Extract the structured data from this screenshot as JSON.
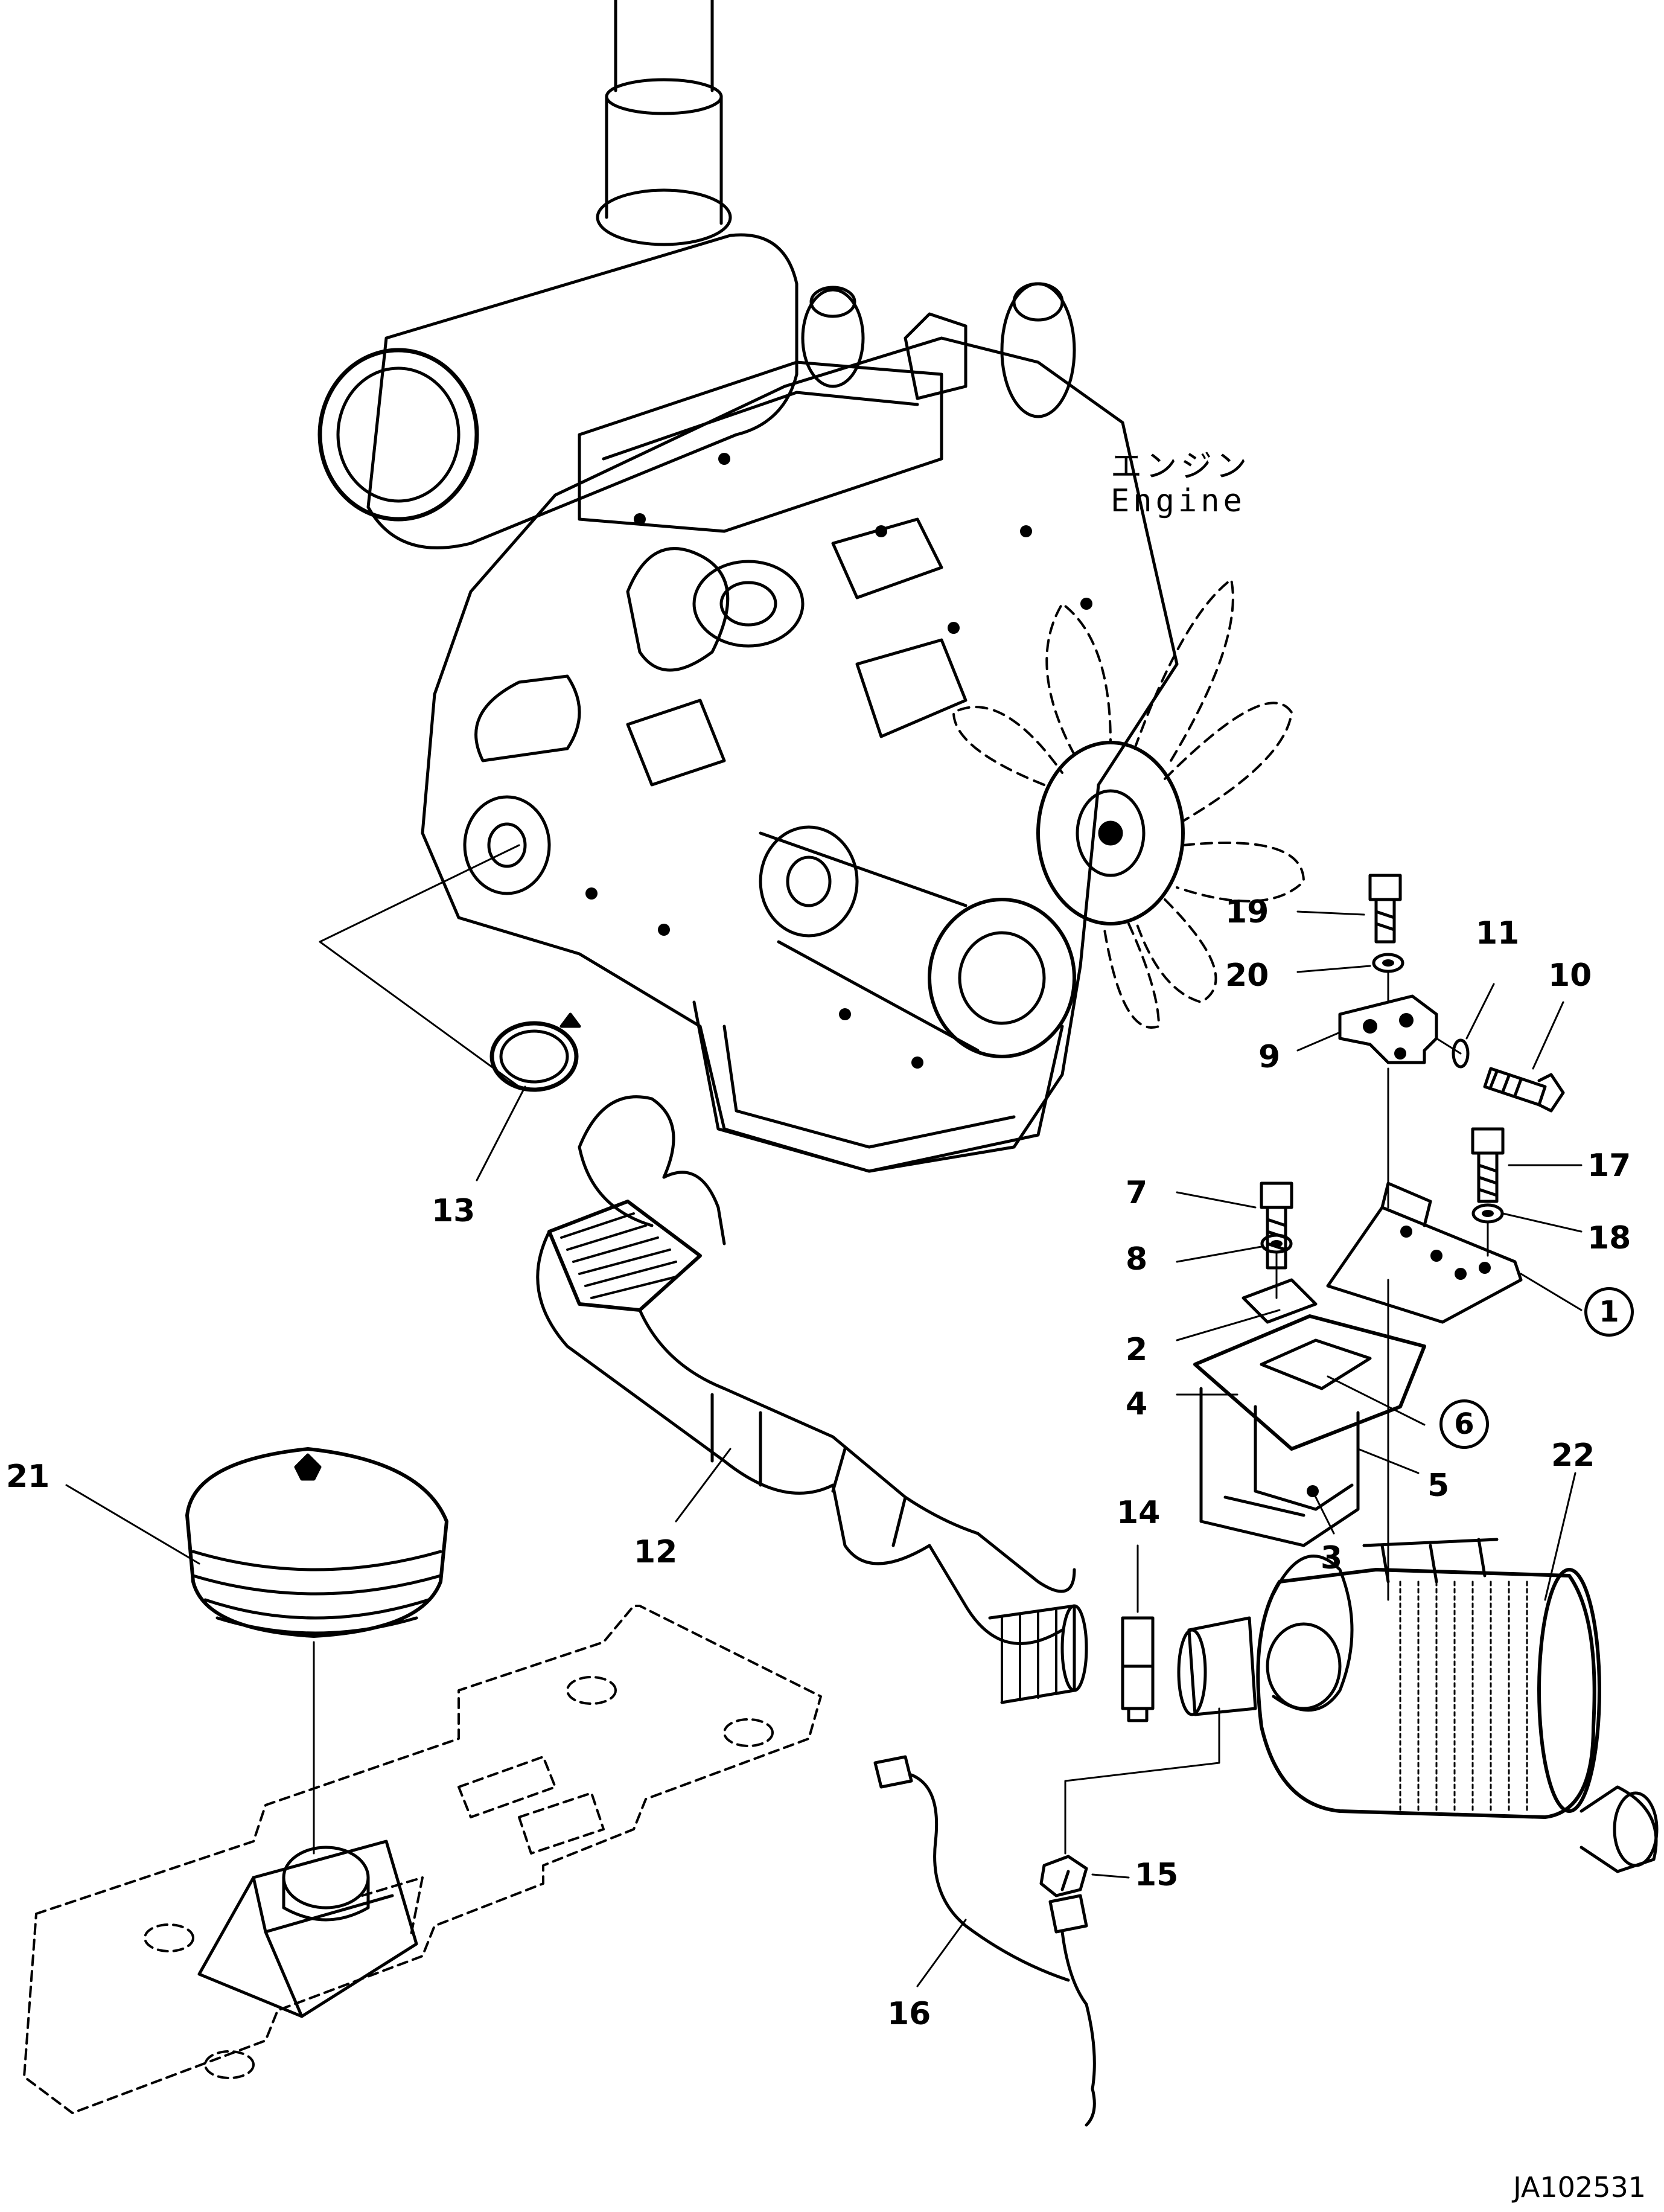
{
  "engine_label": {
    "jp": "エンジン",
    "en": "Engine"
  },
  "part_labels": [
    "1",
    "2",
    "3",
    "4",
    "5",
    "6",
    "7",
    "8",
    "9",
    "10",
    "11",
    "12",
    "13",
    "14",
    "15",
    "16",
    "17",
    "18",
    "19",
    "20",
    "21",
    "22"
  ],
  "circled_labels": [
    "1",
    "6"
  ],
  "drawing_code": "JA102531"
}
